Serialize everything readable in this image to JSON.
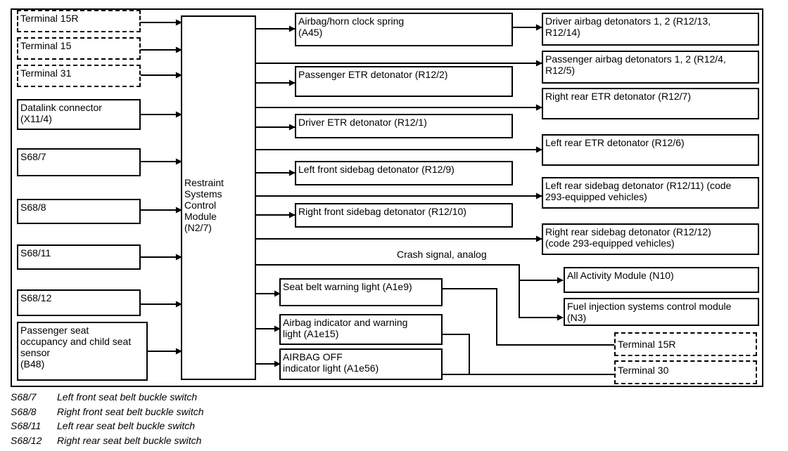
{
  "inputs": {
    "terminal_15r": "Terminal 15R",
    "terminal_15": "Terminal 15",
    "terminal_31": "Terminal 31",
    "datalink": [
      "Datalink connector",
      "(X11/4)"
    ],
    "s68_7": "S68/7",
    "s68_8": "S68/8",
    "s68_11": "S68/11",
    "s68_12": "S68/12",
    "passenger_seat_sensor": [
      "Passenger seat",
      "occupancy and child seat",
      "sensor",
      "(B48)"
    ]
  },
  "module": [
    "Restraint",
    "Systems",
    "Control",
    "Module",
    "(N2/7)"
  ],
  "outputs": {
    "clock_spring": [
      "Airbag/horn clock spring",
      "(A45)"
    ],
    "driver_airbag": [
      "Driver airbag detonators 1, 2 (R12/13,",
      "R12/14)"
    ],
    "passenger_airbag": [
      "Passenger airbag detonators 1, 2 (R12/4,",
      "R12/5)"
    ],
    "passenger_etr": "Passenger ETR detonator (R12/2)",
    "right_rear_etr": "Right rear ETR detonator (R12/7)",
    "driver_etr": "Driver ETR detonator (R12/1)",
    "left_rear_etr": "Left rear ETR detonator (R12/6)",
    "left_front_sidebag": "Left front sidebag detonator (R12/9)",
    "left_rear_sidebag": [
      "Left rear sidebag detonator (R12/11) (code",
      "293-equipped vehicles)"
    ],
    "right_front_sidebag": "Right front sidebag detonator (R12/10)",
    "right_rear_sidebag": [
      "Right rear sidebag detonator (R12/12)",
      "(code 293-equipped vehicles)"
    ],
    "crash_signal": "Crash signal, analog",
    "all_activity_module": "All Activity Module (N10)",
    "fuel_injection": [
      "Fuel injection systems control module",
      "(N3)"
    ],
    "seat_belt_light": "Seat belt warning light (A1e9)",
    "airbag_indicator": [
      "Airbag indicator and warning",
      "light (A1e15)"
    ],
    "airbag_off": [
      "AIRBAG OFF",
      "indicator light (A1e56)"
    ],
    "terminal_15r_out": "Terminal 15R",
    "terminal_30": "Terminal 30"
  },
  "legend": [
    {
      "code": "S68/7",
      "desc": "Left front seat belt buckle switch"
    },
    {
      "code": "S68/8",
      "desc": "Right front seat belt buckle switch"
    },
    {
      "code": "S68/11",
      "desc": "Left rear seat belt buckle switch"
    },
    {
      "code": "S68/12",
      "desc": "Right rear seat belt buckle switch"
    }
  ]
}
